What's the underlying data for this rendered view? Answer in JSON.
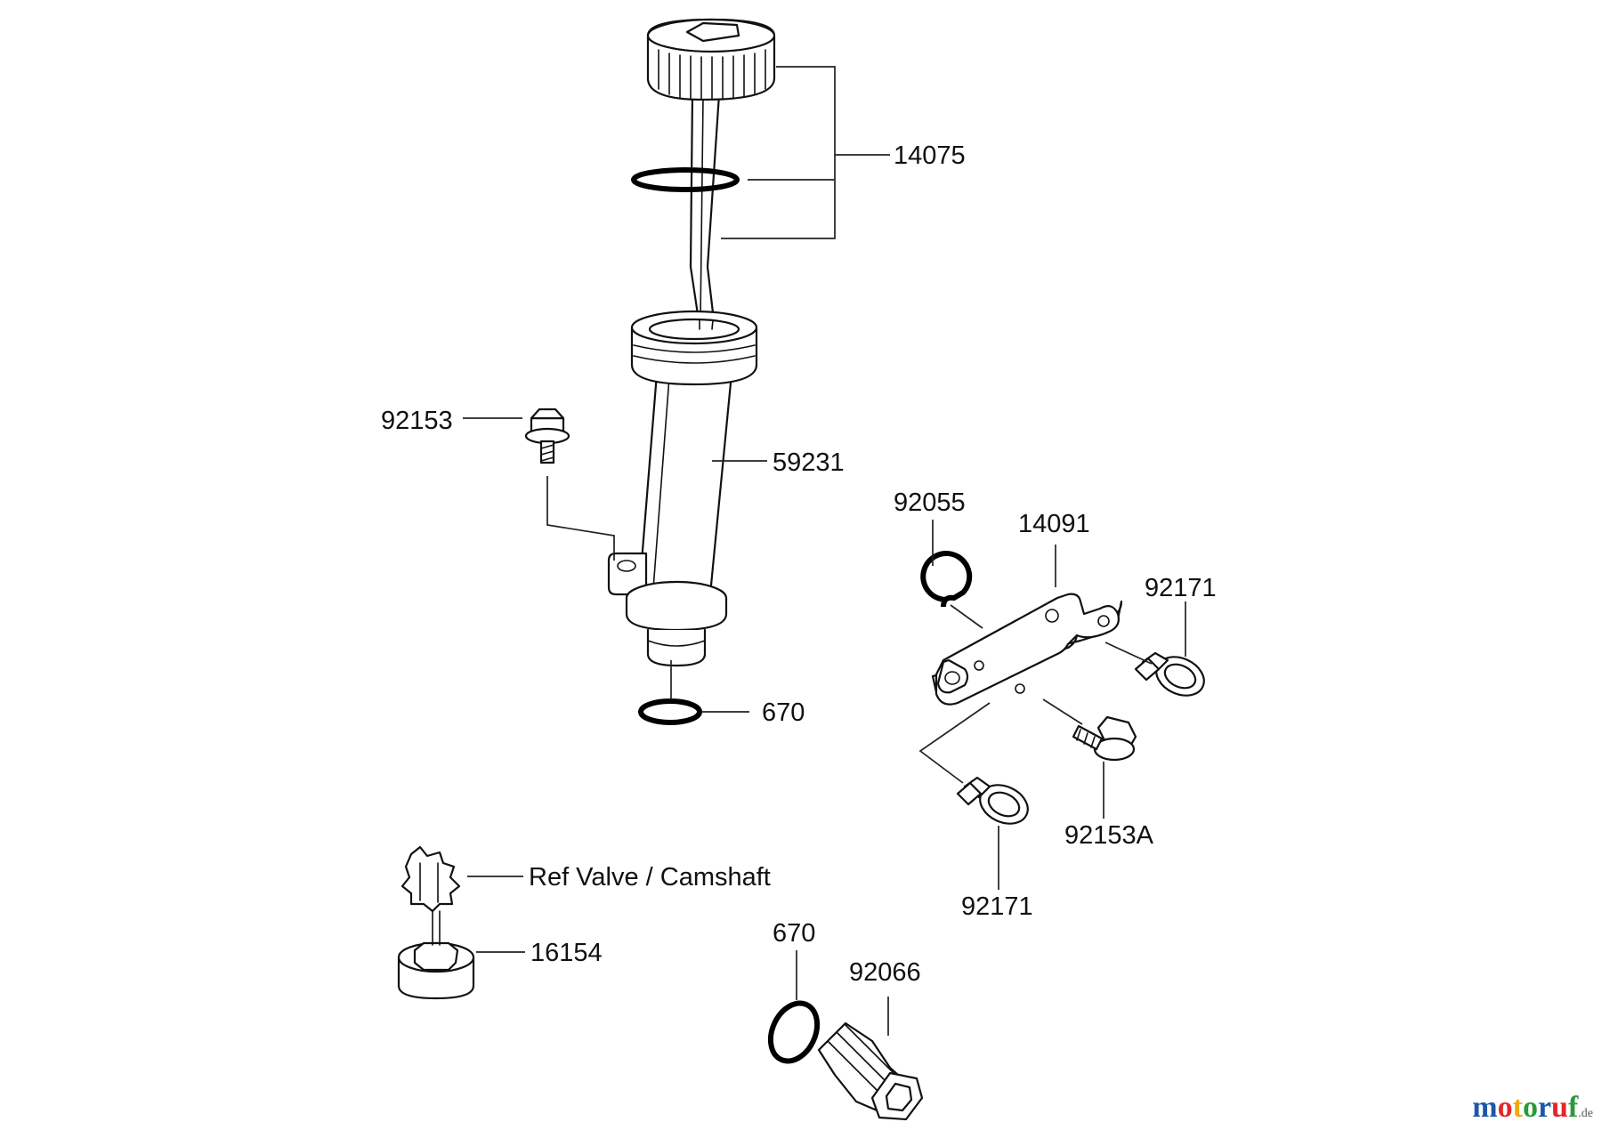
{
  "labels": {
    "p14075": "14075",
    "p92153": "92153",
    "p59231": "59231",
    "p92055": "92055",
    "p14091": "14091",
    "p92171_a": "92171",
    "p670_a": "670",
    "p92153A": "92153A",
    "p92171_b": "92171",
    "p_ref": "Ref Valve / Camshaft",
    "p16154": "16154",
    "p670_b": "670",
    "p92066": "92066"
  },
  "watermark": {
    "letters": [
      "m",
      "o",
      "t",
      "o",
      "r",
      "u",
      "f"
    ],
    "suffix": ".de",
    "colors": [
      "#1c57a8",
      "#e3262b",
      "#f2a900",
      "#2a9a3d",
      "#1c57a8",
      "#e3262b",
      "#2a9a3d"
    ]
  }
}
